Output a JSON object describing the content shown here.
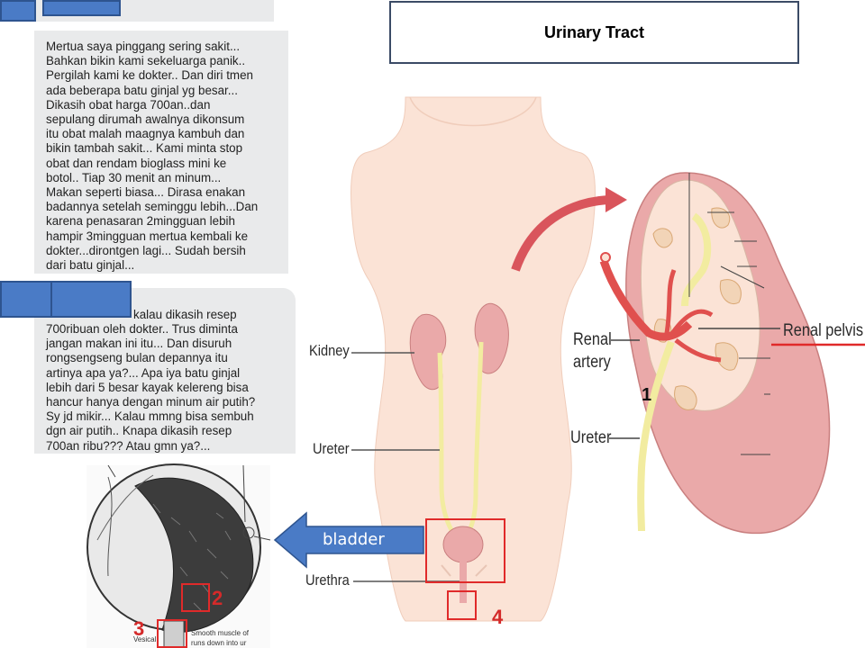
{
  "title": "Urinary Tract",
  "comments": {
    "top_text": "Mertua saya pinggang sering sakit...\nBahkan bikin kami sekeluarga panik..\nPergilah kami ke dokter.. Dan diri tmen\nada beberapa batu ginjal yg besar...\nDikasih obat harga 700an..dan\nsepulang dirumah awalnya dikonsum\nitu obat malah maagnya kambuh dan\nbikin tambah sakit... Kami minta stop\nobat dan rendam bioglass mini ke\nbotol.. Tiap 30 menit an minum...\nMakan seperti biasa... Dirasa enakan\nbadannya setelah seminggu lebih...Dan\nkarena penasaran 2mingguan lebih\nhampir 3mingguan mertua kembali ke\ndokter...dirontgen lagi... Sudah bersih\ndari batu ginjal...",
    "second_first_line": "kalau dikasih resep",
    "second_text": "700ribuan oleh dokter.. Trus diminta\njangan makan ini itu... Dan disuruh\nrongsengseng bulan depannya itu\nartinya apa ya?... Apa iya batu ginjal\nlebih dari 5 besar kayak kelereng bisa\nhancur hanya dengan minum air putih?\nSy jd mikir... Kalau mmng bisa sembuh\ndgn air putih.. Knapa dikasih resep\n700an ribu??? Atau gmn ya?..."
  },
  "body_labels": {
    "kidney": "Kidney",
    "ureter": "Ureter",
    "urethra": "Urethra",
    "bladder_arrow": "bladder"
  },
  "kidney_labels": {
    "renal_pelvis": "Renal pelvis",
    "renal_artery_line1": "Renal",
    "renal_artery_line2": "artery",
    "ureter": "Ureter"
  },
  "bladder_labels": {
    "smooth_muscle": "Smooth muscle of",
    "smooth_muscle_2": "runs down into ur",
    "vesical": "Vesical"
  },
  "markers": [
    "1",
    "2",
    "3",
    "4"
  ],
  "colors": {
    "marker_red": "#d42a2a",
    "arrow_blue": "#4a7bc6",
    "skin": "#fbe3d6",
    "kidney": "#eaa9a9",
    "ureter": "#f2eca0",
    "artery": "#e0504e"
  }
}
